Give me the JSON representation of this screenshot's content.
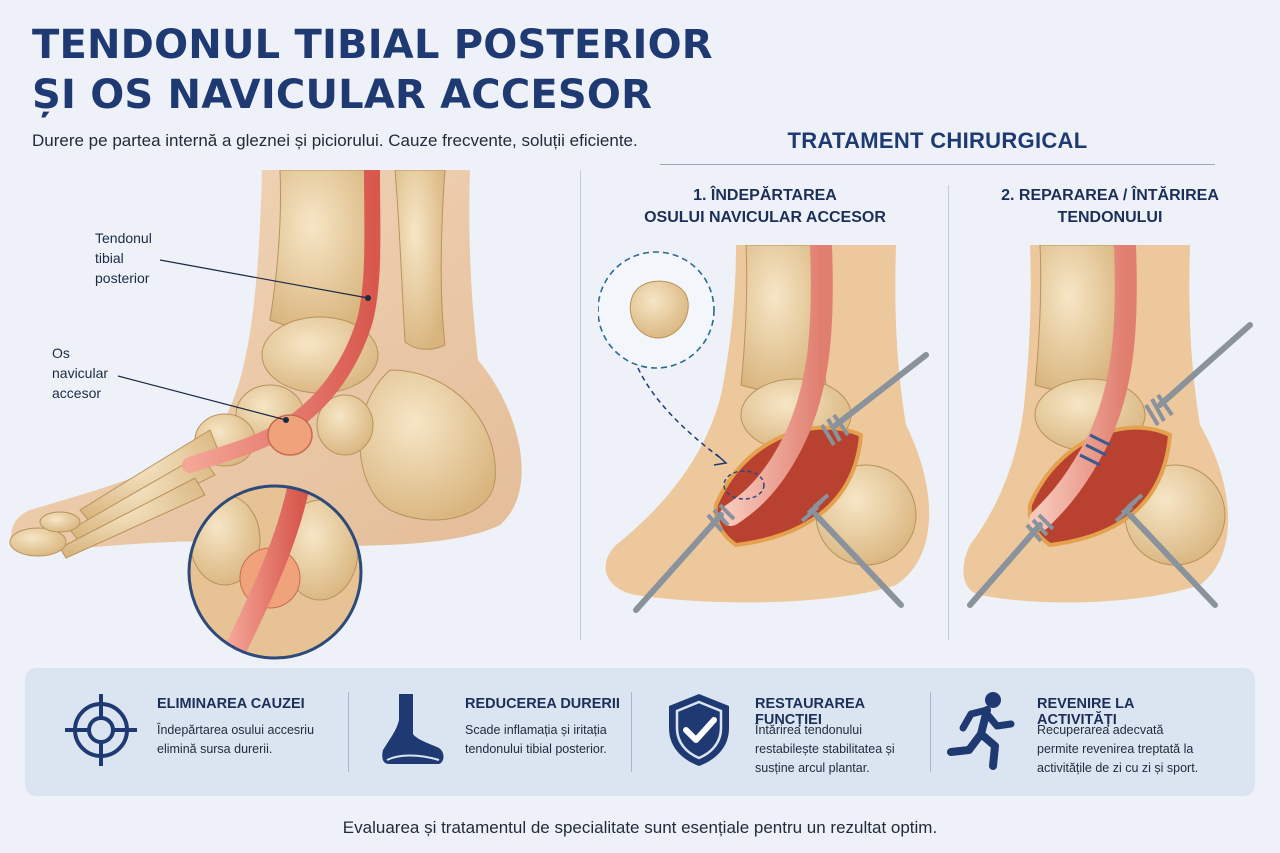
{
  "header": {
    "title_line1": "TENDONUL TIBIAL POSTERIOR",
    "title_line2": "ȘI OS NAVICULAR ACCESOR",
    "subtitle": "Durere pe partea internă a gleznei și piciorului. Cauze frecvente, soluții eficiente."
  },
  "anatomy": {
    "tendon_label": [
      "Tendonul",
      "tibial",
      "posterior"
    ],
    "bone_label": [
      "Os",
      "navicular",
      "accesor"
    ]
  },
  "surgery": {
    "title": "TRATAMENT CHIRURGICAL",
    "step1": [
      "1. ÎNDEPĂRTAREA",
      "OSULUI NAVICULAR ACCESOR"
    ],
    "step2": [
      "2. REPARAREA / ÎNTĂRIREA",
      "TENDONULUI"
    ]
  },
  "benefits": [
    {
      "title": "ELIMINAREA CAUZEI",
      "desc": "Îndepărtarea osului accesriu elimină sursa durerii.",
      "icon": "target-icon"
    },
    {
      "title": "REDUCEREA DURERII",
      "desc": "Scade inflamația și iritația tendonului tibial posterior.",
      "icon": "foot-icon"
    },
    {
      "title": "RESTAURAREA FUNCȚIEI",
      "desc": "Întărirea tendonului restabilește stabilitatea și susține arcul plantar.",
      "icon": "shield-check-icon"
    },
    {
      "title": "REVENIRE LA ACTIVITĂȚI",
      "desc": "Recuperarea adecvată permite revenirea treptată la activitățile de zi cu zi și sport.",
      "icon": "runner-icon"
    }
  ],
  "footer": "Evaluarea și tratamentul de specialitate sunt esențiale pentru un rezultat optim.",
  "colors": {
    "title": "#1f3a73",
    "icon": "#1f3a73",
    "tendon": "#e8796d",
    "bone": "#e9cf9f",
    "panel": "#dbe4f1"
  }
}
